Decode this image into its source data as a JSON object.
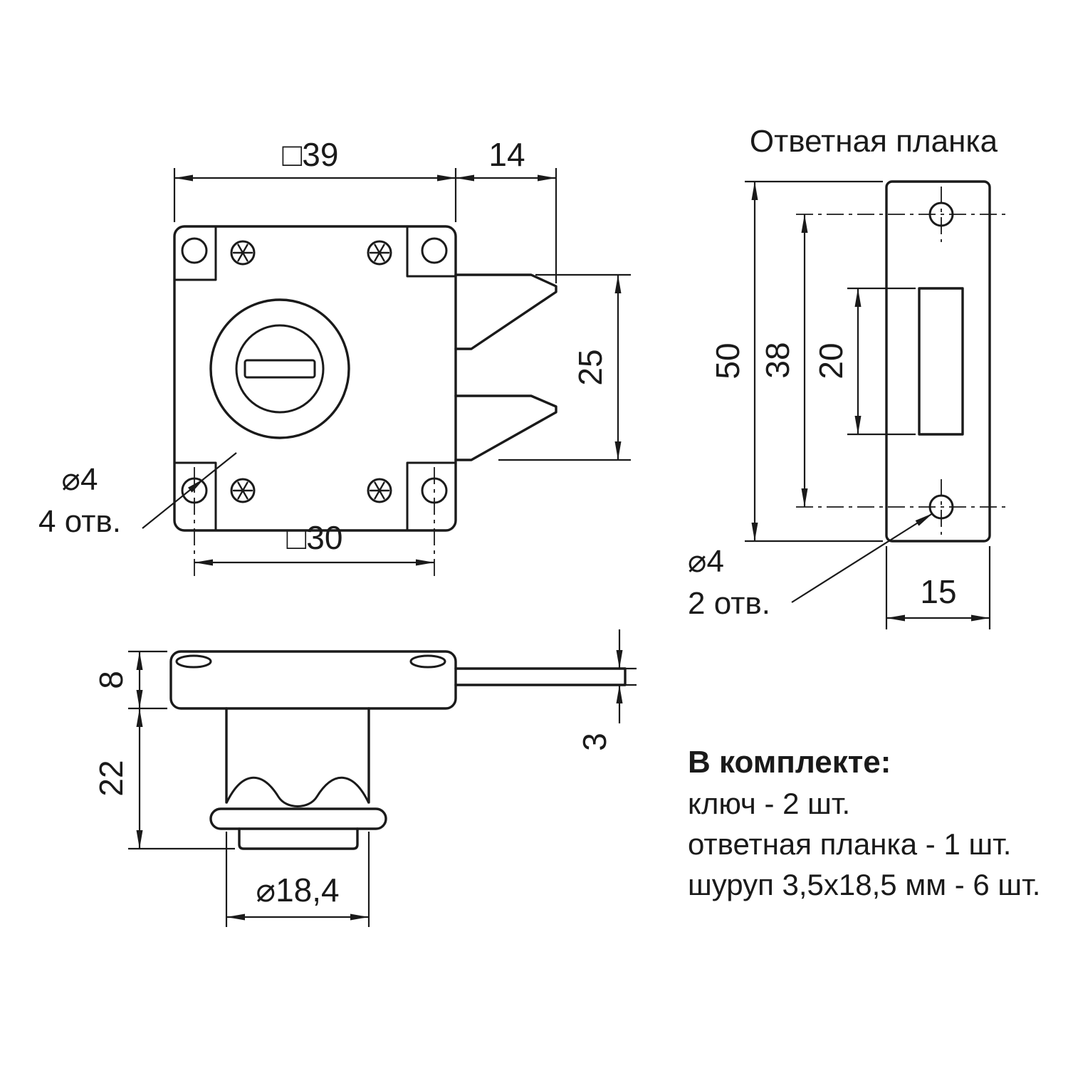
{
  "drawing": {
    "front_view": {
      "dim_body_width": "□39",
      "dim_latch_length": "14",
      "dim_latch_height": "25",
      "dim_hole_spacing": "□30",
      "hole_note_line1": "⌀4",
      "hole_note_line2": "4 отв."
    },
    "strike_plate_view": {
      "title": "Ответная планка",
      "dim_height": "50",
      "dim_hole_spacing": "38",
      "dim_slot_height": "20",
      "dim_width": "15",
      "hole_note_line1": "⌀4",
      "hole_note_line2": "2 отв."
    },
    "side_view": {
      "dim_plate_thickness": "8",
      "dim_cylinder_length": "22",
      "dim_latch_thickness": "3",
      "dim_cylinder_diameter": "⌀18,4"
    },
    "kit": {
      "title": "В комплекте:",
      "items": [
        "ключ - 2 шт.",
        "ответная планка - 1 шт.",
        "шуруп 3,5х18,5 мм - 6 шт."
      ]
    }
  },
  "colors": {
    "line": "#1a1a1a",
    "background": "#ffffff"
  }
}
